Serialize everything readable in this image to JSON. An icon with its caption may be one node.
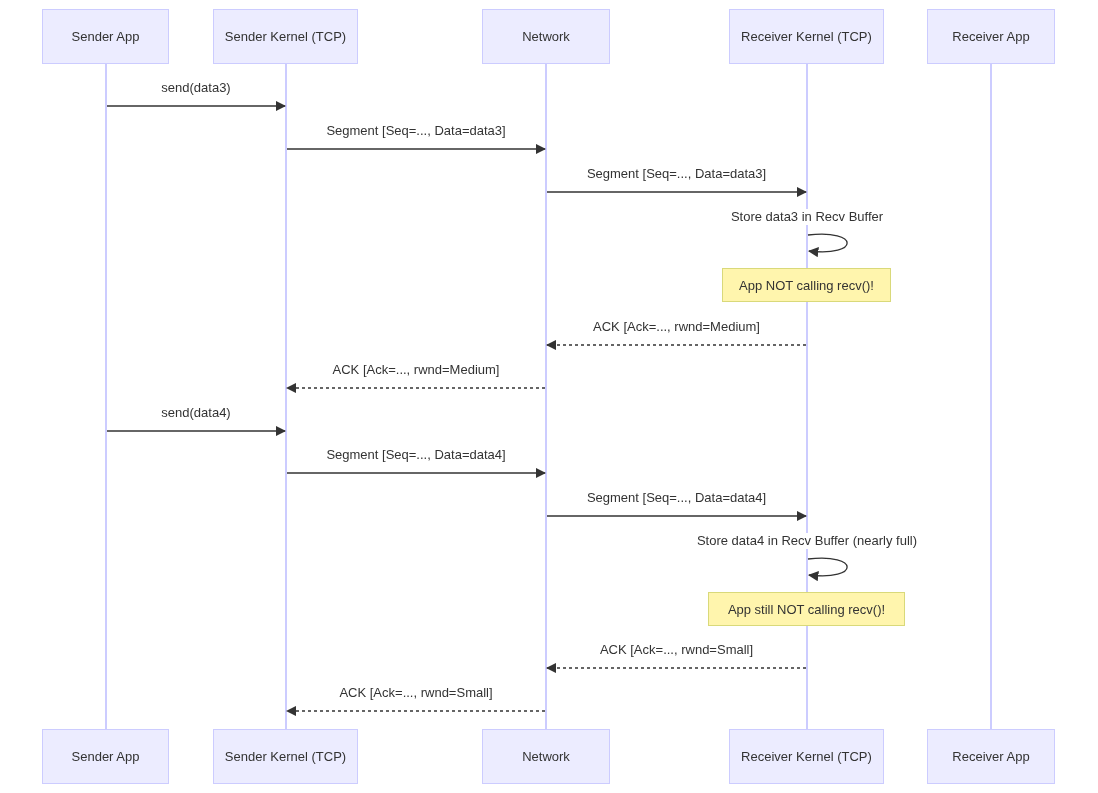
{
  "diagram": {
    "nodes": [
      {
        "text": [
          "Sender App"
        ]
      },
      {
        "text": [
          "Sender Kernel (TCP)"
        ]
      },
      {
        "text": [
          "Network"
        ]
      },
      {
        "text": [
          "Receiver Kernel (TCP)"
        ]
      },
      {
        "text": [
          "Receiver App"
        ]
      },
      {
        "text": [],
        "shape": "bar"
      },
      {
        "text": [],
        "shape": "bar"
      },
      {
        "text": [],
        "shape": "bar"
      },
      {
        "text": [],
        "shape": "bar"
      },
      {
        "text": [],
        "shape": "bar"
      },
      {
        "text": [],
        "shape": "bar"
      },
      {
        "text": [],
        "shape": "bar"
      },
      {
        "text": [
          "App NOT calling recv()!"
        ]
      },
      {
        "text": [
          "App still NOT calling recv()!"
        ]
      },
      {
        "text": [
          "Sender App"
        ]
      },
      {
        "text": [
          "Sender Kernel (TCP)"
        ]
      },
      {
        "text": [
          "Network"
        ]
      },
      {
        "text": [
          "Receiver Kernel (TCP)"
        ]
      },
      {
        "text": [
          "Receiver App"
        ]
      }
    ],
    "edges": [
      {
        "from": 5,
        "to": 6,
        "arrow": "to",
        "label": "send(data3)"
      },
      {
        "from": 6,
        "to": 7,
        "arrow": "to",
        "label": "Segment [Seq=..., Data=data3]"
      },
      {
        "from": 7,
        "to": 8,
        "arrow": "to",
        "label": "Segment [Seq=..., Data=data3]"
      },
      {
        "from": 8,
        "to": 8,
        "arrow": "to",
        "label": "Store data3 in Recv Buffer"
      },
      {
        "from": 9,
        "to": 7,
        "arrow": "to",
        "label": "ACK [Ack=..., rwnd=Medium]",
        "style": "dashed"
      },
      {
        "from": 7,
        "to": 6,
        "arrow": "to",
        "label": "ACK [Ack=..., rwnd=Medium]",
        "style": "dashed"
      },
      {
        "from": 5,
        "to": 6,
        "arrow": "to",
        "label": "send(data4)"
      },
      {
        "from": 6,
        "to": 7,
        "arrow": "to",
        "label": "Segment [Seq=..., Data=data4]"
      },
      {
        "from": 7,
        "to": 9,
        "arrow": "to",
        "label": "Segment [Seq=..., Data=data4]"
      },
      {
        "from": 9,
        "to": 9,
        "arrow": "to",
        "label": "Store data4 in Recv Buffer (nearly full)"
      },
      {
        "from": 10,
        "to": 7,
        "arrow": "to",
        "label": "ACK [Ack=..., rwnd=Small]",
        "style": "dashed"
      },
      {
        "from": 7,
        "to": 6,
        "arrow": "to",
        "label": "ACK [Ack=..., rwnd=Small]",
        "style": "dashed"
      }
    ]
  }
}
